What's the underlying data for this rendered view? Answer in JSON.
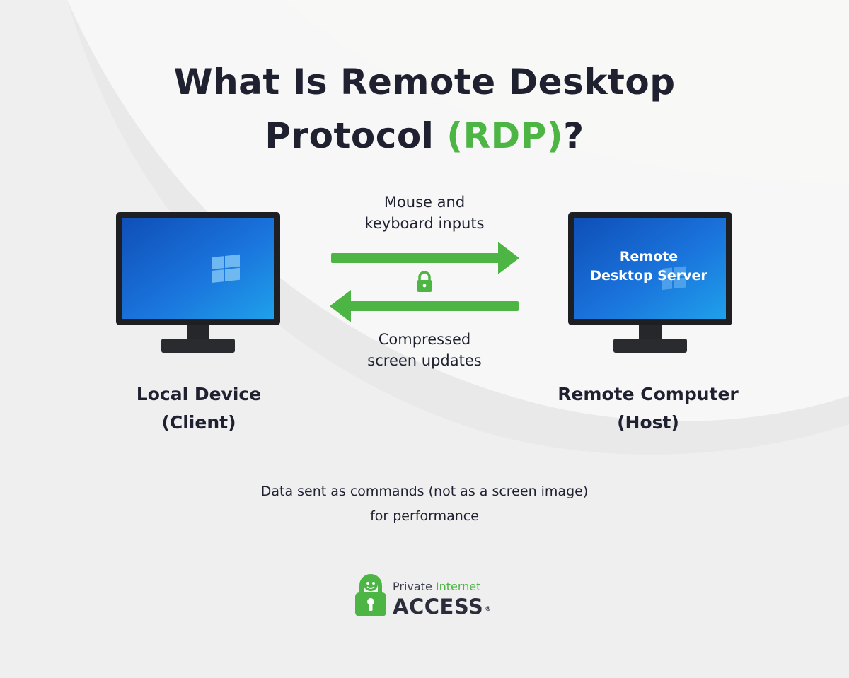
{
  "title": {
    "line1": "What Is Remote Desktop",
    "line2_prefix": "Protocol ",
    "line2_accent": "(RDP)",
    "line2_suffix": "?"
  },
  "flows": {
    "top_label": [
      "Mouse and",
      "keyboard inputs"
    ],
    "bottom_label": [
      "Compressed",
      "screen updates"
    ]
  },
  "client": {
    "label": [
      "Local Device",
      "(Client)"
    ]
  },
  "host": {
    "label": [
      "Remote Computer",
      "(Host)"
    ],
    "screen_text": [
      "Remote",
      "Desktop Server"
    ]
  },
  "note": [
    "Data sent as commands (not as a screen image)",
    "for performance"
  ],
  "logo": {
    "line1_a": "Private ",
    "line1_b": "Internet",
    "line2": "ACCESS",
    "mark": "®"
  },
  "icons": {
    "logo_icon": "pia-padlock-robot-icon",
    "lock": "lock-icon",
    "windows": "windows-logo-icon"
  },
  "colors": {
    "accent_green": "#4cb543",
    "text_dark": "#1f2130",
    "background": "#efefef",
    "screen_blue": "#1a6fd8"
  }
}
